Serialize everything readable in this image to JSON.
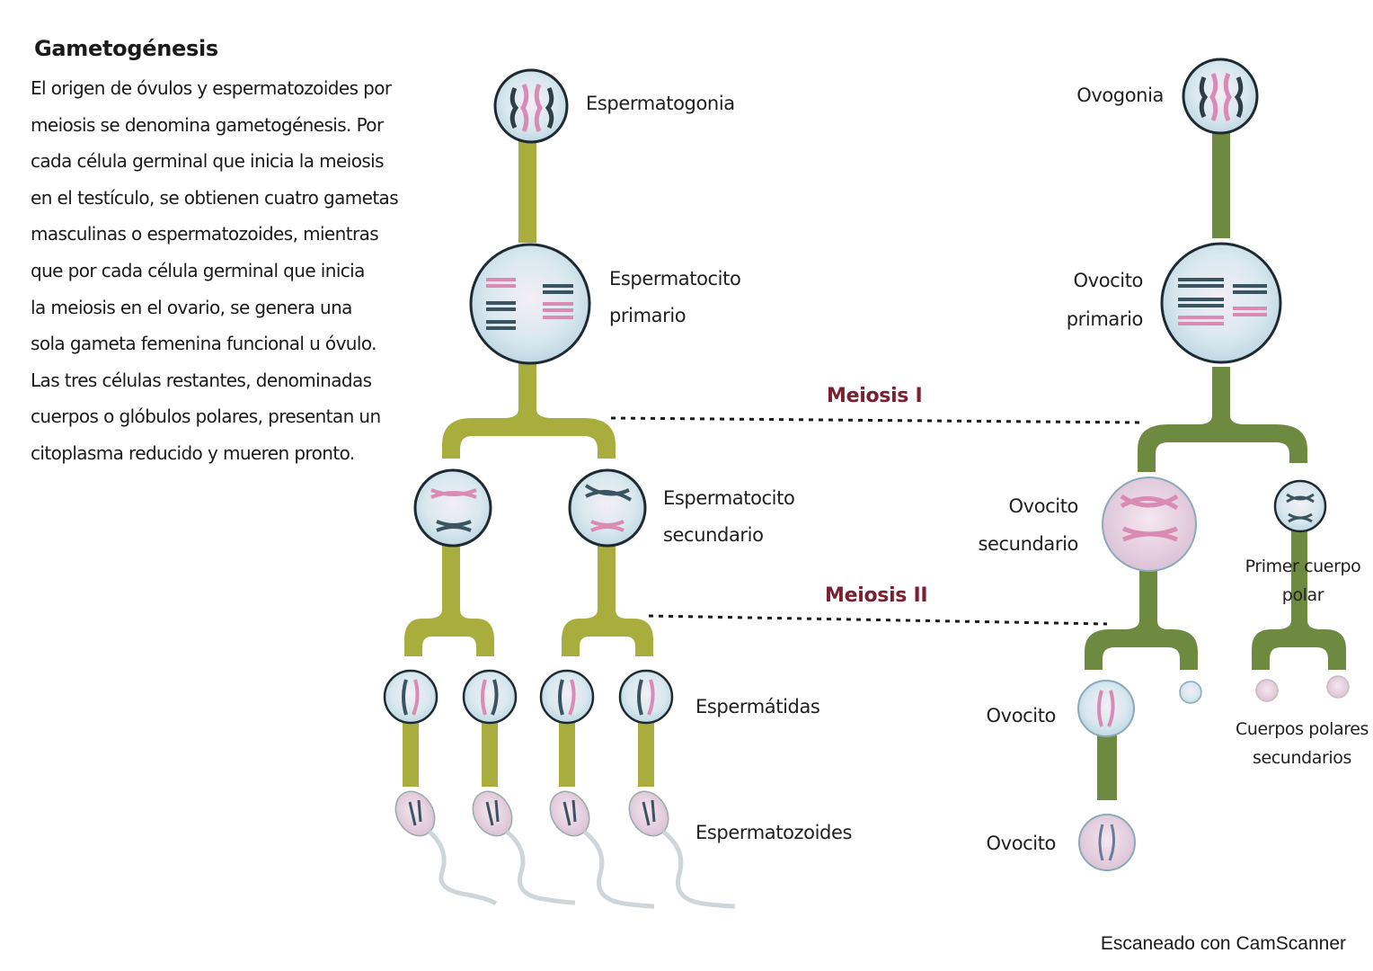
{
  "intro": {
    "title": "Gametogénesis",
    "lines": [
      "El origen de óvulos y espermatozoides por",
      "meiosis se denomina gametogénesis. Por",
      "cada célula germinal que inicia la meiosis",
      "en el testículo, se obtienen cuatro gametas",
      "masculinas o espermatozoides, mientras",
      "que por cada célula germinal que inicia",
      "la meiosis en el ovario, se genera una",
      "sola gameta femenina funcional u óvulo.",
      "Las tres células restantes, denominadas",
      "cuerpos o glóbulos polares, presentan un",
      "citoplasma reducido y mueren pronto."
    ]
  },
  "male": {
    "espermatogonia": "Espermatogonia",
    "espermatocito_primario": [
      "Espermatocito",
      "primario"
    ],
    "espermatocito_secundario": [
      "Espermatocito",
      "secundario"
    ],
    "espermatidas": "Espermátidas",
    "espermatozoides": "Espermatozoides"
  },
  "female": {
    "ovogonia": "Ovogonia",
    "ovocito_primario": [
      "Ovocito",
      "primario"
    ],
    "ovocito_secundario": [
      "Ovocito",
      "secundario"
    ],
    "primer_cuerpo_polar": [
      "Primer cuerpo",
      "polar"
    ],
    "ovocito_1": "Ovocito",
    "ovocito_2": "Ovocito",
    "cuerpos_polares_secundarios": [
      "Cuerpos polares",
      "secundarios"
    ]
  },
  "stages": {
    "meiosis_1": "Meiosis I",
    "meiosis_2": "Meiosis II"
  },
  "footer": "Escaneado con CamScanner",
  "colors": {
    "male_stem": "#a9ad3e",
    "female_stem": "#6e8a40",
    "cell_fill": "#d4e6ee",
    "cell_border": "#2a3a44",
    "chromosome_pink": "#d98bb4",
    "chromosome_dark": "#3a5560",
    "meiosis_label": "#7a2030"
  }
}
